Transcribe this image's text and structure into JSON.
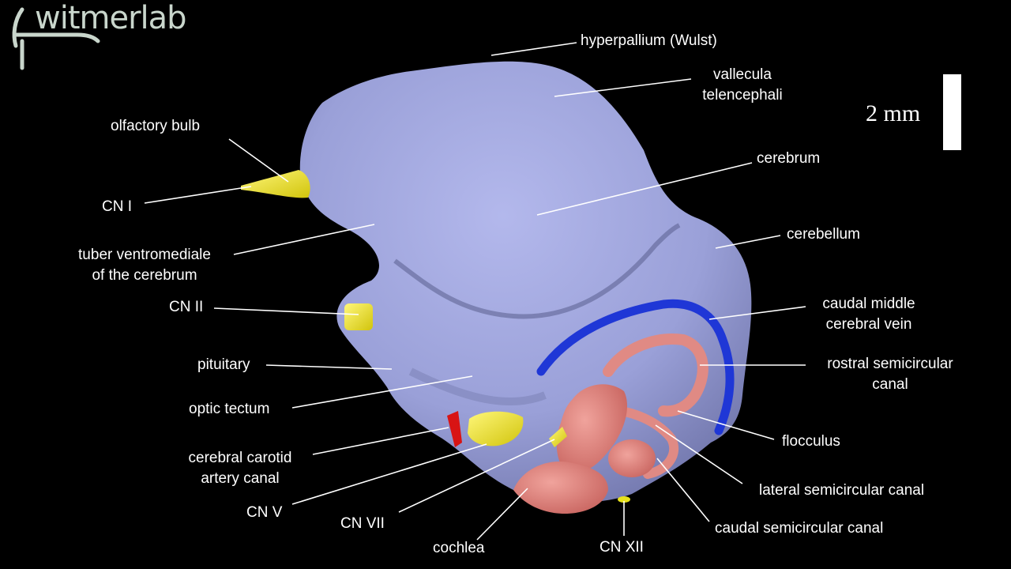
{
  "logo": {
    "text": "witmerlab"
  },
  "scale": {
    "label": "2 mm"
  },
  "labels": {
    "hyperpallium": "hyperpallium (Wulst)",
    "vallecula_1": "vallecula",
    "vallecula_2": "telencephali",
    "olfactory_bulb": "olfactory bulb",
    "cerebrum": "cerebrum",
    "cn_i": "CN I",
    "cerebellum": "cerebellum",
    "tuber_1": "tuber ventromediale",
    "tuber_2": "of the cerebrum",
    "cn_ii": "CN II",
    "caudal_vein_1": "caudal middle",
    "caudal_vein_2": "cerebral vein",
    "pituitary": "pituitary",
    "rostral_canal_1": "rostral semicircular",
    "rostral_canal_2": "canal",
    "optic_tectum": "optic tectum",
    "flocculus": "flocculus",
    "carotid_1": "cerebral carotid",
    "carotid_2": "artery canal",
    "lateral_canal": "lateral semicircular canal",
    "cn_v": "CN V",
    "cn_vii": "CN VII",
    "caudal_canal": "caudal semicircular canal",
    "cochlea": "cochlea",
    "cn_xii": "CN XII"
  },
  "colors": {
    "background": "#000000",
    "brain": "#9ea3dc",
    "nerve": "#e8e21a",
    "ear": "#e48c86",
    "vein": "#1f37d6",
    "artery": "#d81414"
  }
}
